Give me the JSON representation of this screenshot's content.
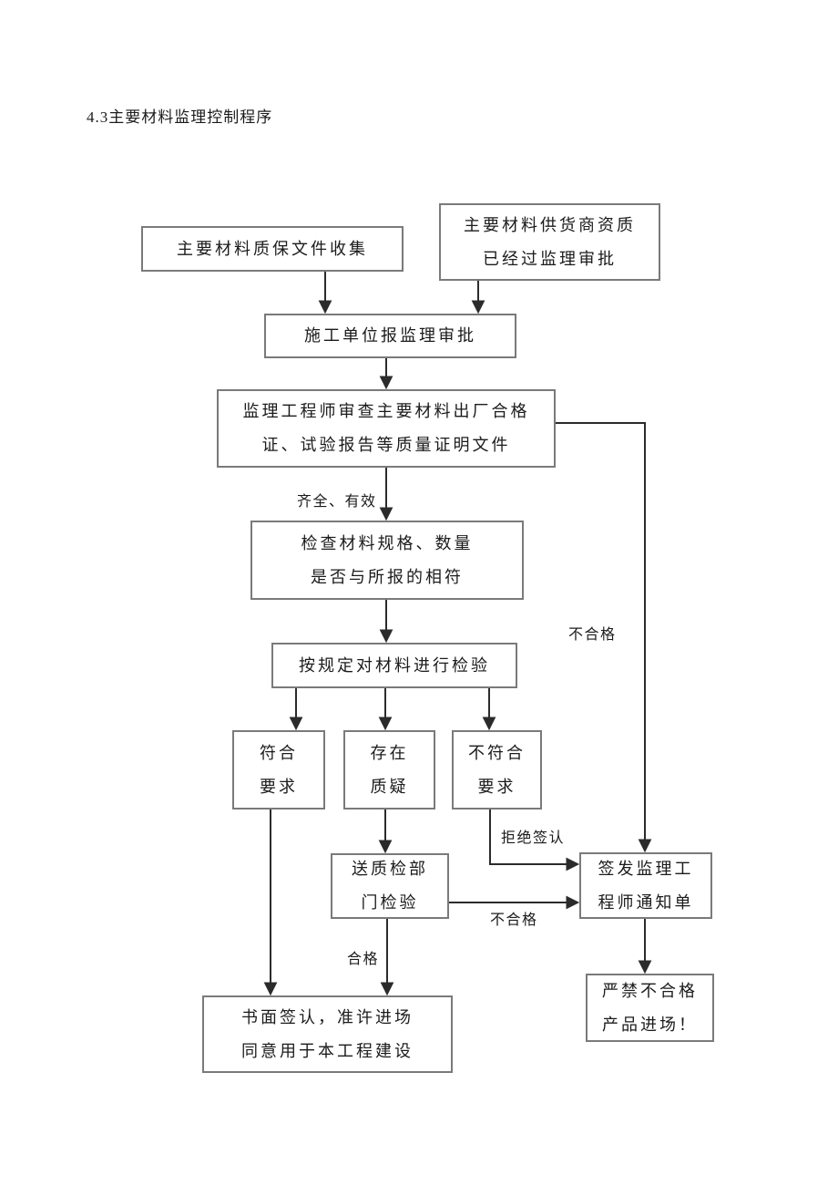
{
  "page": {
    "title": "4.3主要材料监理控制程序"
  },
  "flowchart": {
    "nodes": {
      "collect": {
        "line1": "主要材料质保文件收集"
      },
      "supplier": {
        "line1": "主要材料供货商资质",
        "line2": "已经过监理审批"
      },
      "submit": {
        "line1": "施工单位报监理审批"
      },
      "review": {
        "line1": "监理工程师审查主要材料出厂合格",
        "line2": "证、试验报告等质量证明文件"
      },
      "check": {
        "line1": "检查材料规格、数量",
        "line2": "是否与所报的相符"
      },
      "inspect": {
        "line1": "按规定对材料进行检验"
      },
      "meet": {
        "line1": "符合",
        "line2": "要求"
      },
      "doubt": {
        "line1": "存在",
        "line2": "质疑"
      },
      "notmeet": {
        "line1": "不符合",
        "line2": "要求"
      },
      "quality": {
        "line1": "送质检部",
        "line2": "门检验"
      },
      "notice": {
        "line1": "签发监理工",
        "line2": "程师通知单"
      },
      "sign": {
        "line1": "书面签认，准许进场",
        "line2": "同意用于本工程建设"
      },
      "forbid": {
        "line1": "严禁不合格",
        "line2": "产品进场！"
      }
    },
    "edge_labels": {
      "complete_valid": "齐全、有效",
      "unqualified_right": "不合格",
      "refuse_sign": "拒绝签认",
      "unqualified_mid": "不合格",
      "qualified": "合格"
    },
    "colors": {
      "box_border": "#7a7a7a",
      "connector": "#2b2b2b",
      "text": "#1b1b1b",
      "background": "#ffffff"
    }
  }
}
